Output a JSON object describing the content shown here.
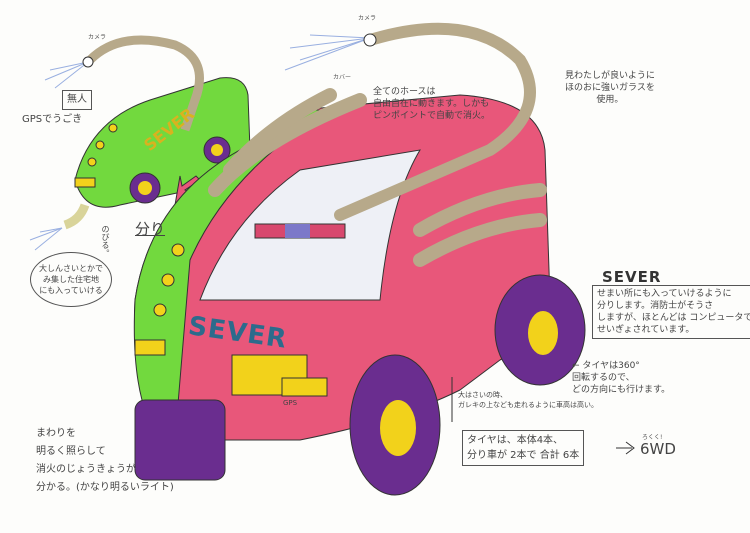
{
  "vehicle_name": "SEVER",
  "labels": {
    "camera_small": "カメラ",
    "camera_large": "カメラ",
    "cover": "カバー",
    "unmanned": "無人",
    "gps_move": "GPSでうごき",
    "extends": "のびる。",
    "split": "分り",
    "plate": "GPS",
    "six_wd_small": "ろくく!",
    "six_wd": "6WD"
  },
  "notes": {
    "hoses": [
      "全てのホースは",
      "自由自在に動きます。しかも",
      "ピンポイントで自動で消火。"
    ],
    "glass": [
      "見わたしが良いように",
      "ほのおに強いガラスを",
      "使用。"
    ],
    "disaster_bubble": [
      "大しんさいとかで",
      "み集した住宅地",
      "にも入っていける"
    ],
    "description_title": "SEVER",
    "description": [
      "せまい所にも入っていけるように",
      "分りします。消防士がそうさ",
      "しますが、ほとんどは コンピュータで",
      "せいぎょされています。"
    ],
    "tires_rotate": [
      "← タイヤは360°",
      "回転するので、",
      "どの方向にも行けます。"
    ],
    "height": [
      "大はさいの時、",
      "ガレキの上なども走れるように車高は高い。"
    ],
    "tire_count": [
      "タイヤは、本体4本、",
      "分り車が 2本で 合計 6本"
    ],
    "lights": [
      "まわりを",
      "明るく照らして",
      "消火のじょうきょうが",
      "分かる。(かなり明るいライト)"
    ]
  },
  "colors": {
    "pink": "#e8577a",
    "green": "#6fd93a",
    "purple": "#6a2d8f",
    "yellow": "#f2d21b",
    "hose": "#b7a98a"
  }
}
